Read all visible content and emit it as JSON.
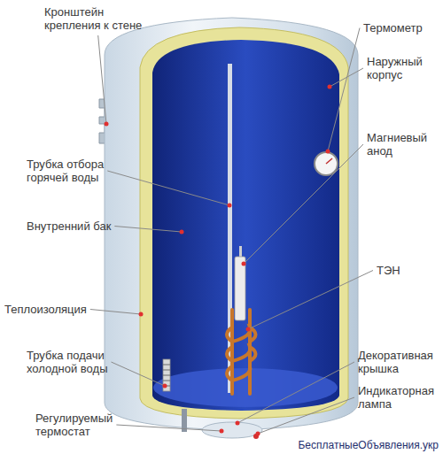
{
  "diagram": {
    "labels": [
      "Кронштейн крепления к стене",
      "Трубка отбора горячей воды",
      "Внутренний бак",
      "Теплоизоляция",
      "Трубка подачи холодной воды",
      "Регулируемый термостат",
      "Термометр",
      "Наружный корпус",
      "Магниевый анод",
      "ТЭН",
      "Декоративная крышка",
      "Индикаторная лампа",
      "БесплатныеОбъявления.укр"
    ]
  }
}
